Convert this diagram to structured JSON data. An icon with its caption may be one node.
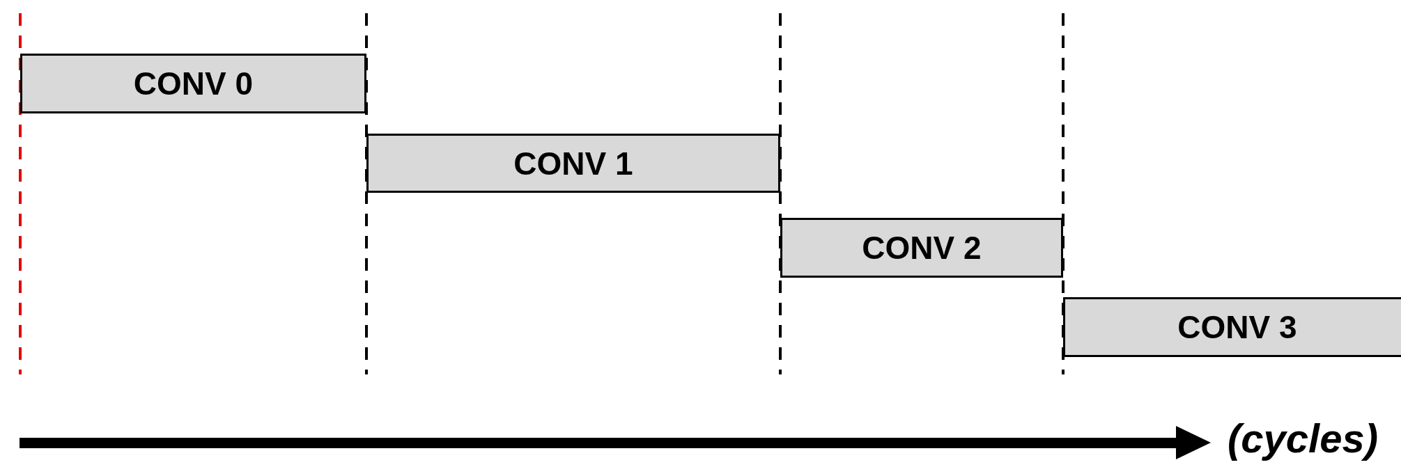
{
  "diagram": {
    "nodes": [
      {
        "text": [
          "CONV 0"
        ]
      },
      {
        "text": [
          "CONV 1"
        ]
      },
      {
        "text": [
          "CONV 2"
        ]
      },
      {
        "text": [
          "CONV 3"
        ]
      }
    ],
    "labels": [
      "(cycles)"
    ]
  }
}
